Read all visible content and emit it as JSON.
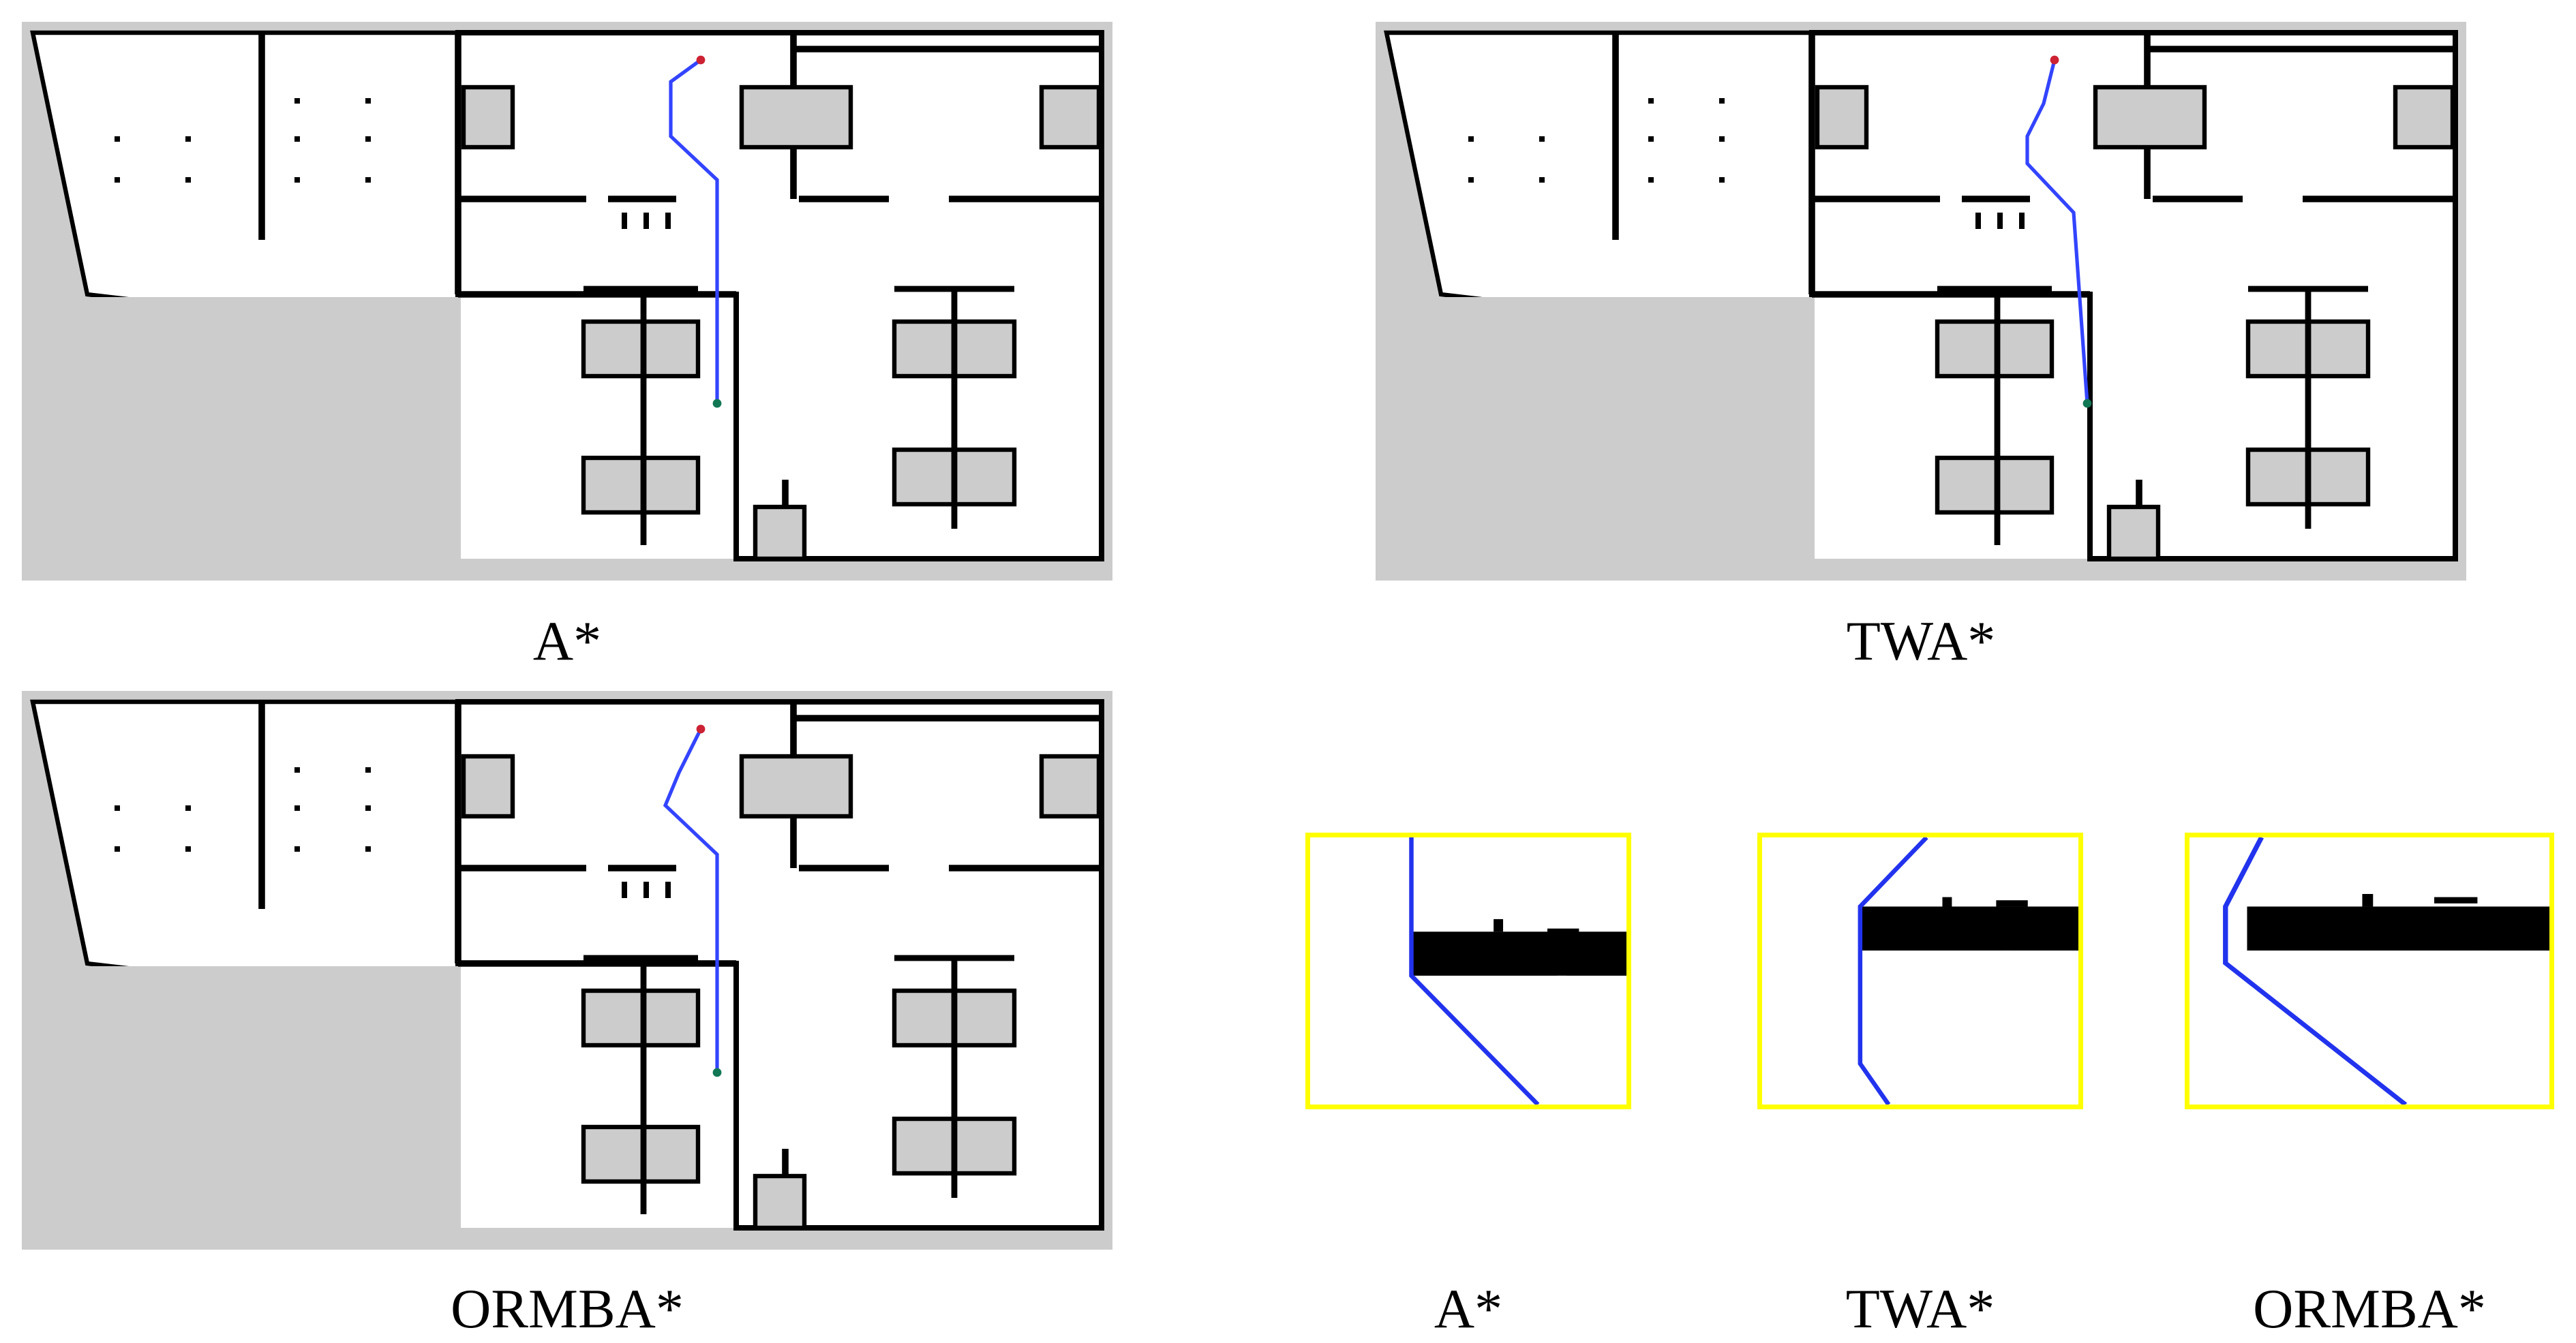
{
  "panels": [
    {
      "id": "a-star",
      "caption": "A*"
    },
    {
      "id": "twa-star",
      "caption": "TWA*"
    },
    {
      "id": "ormba-star",
      "caption": "ORMBA*"
    }
  ],
  "zooms": [
    {
      "id": "zoom-a-star",
      "caption": "A*"
    },
    {
      "id": "zoom-twa-star",
      "caption": "TWA*"
    },
    {
      "id": "zoom-ormba-star",
      "caption": "ORMBA*"
    }
  ],
  "colors": {
    "free": "#ffffff",
    "unknown": "#cccccc",
    "wall": "#000000",
    "path": "#3344ff",
    "zoom_frame": "#ffff00",
    "start": "#cc2233",
    "goal": "#117755"
  }
}
